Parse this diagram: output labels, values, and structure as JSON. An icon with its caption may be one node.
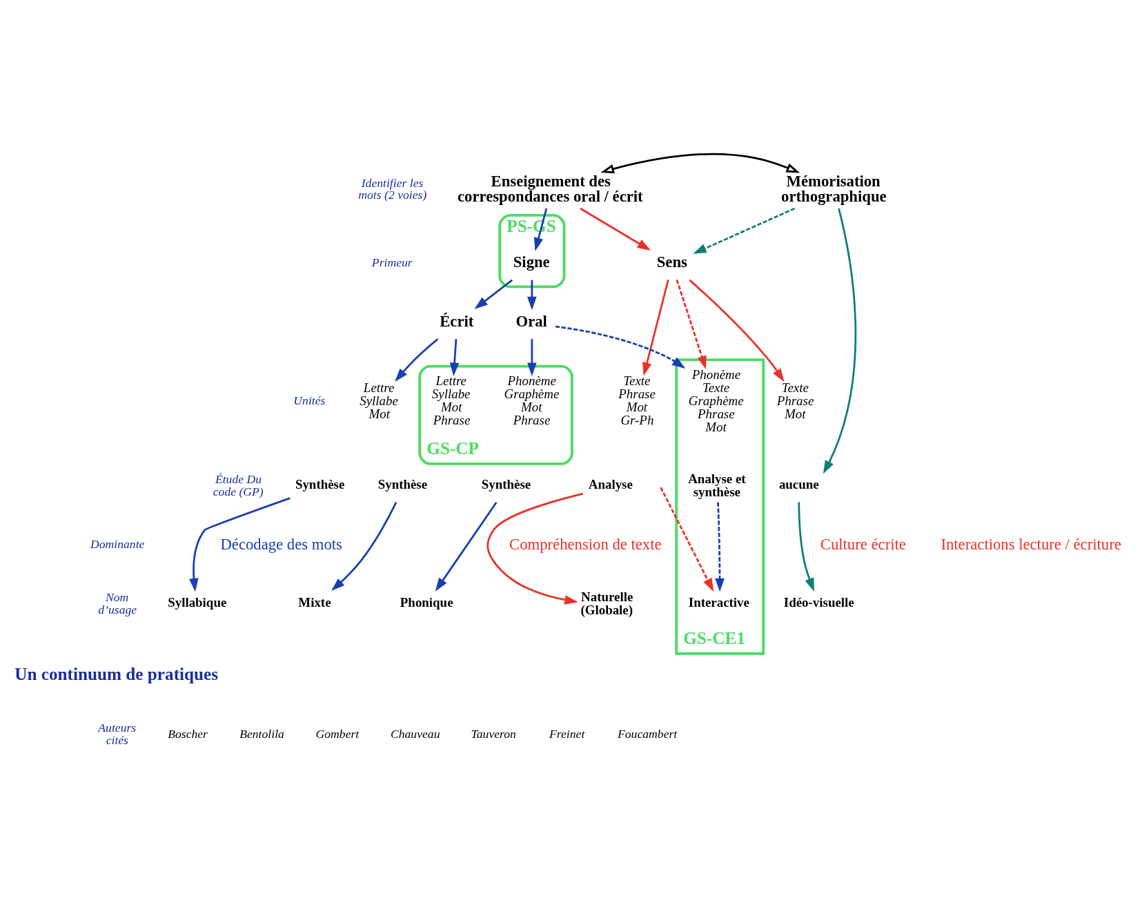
{
  "diagram": {
    "nodes": [
      {
        "text": [
          "Enseignement des correspondances oral / écrit"
        ]
      },
      {
        "text": [
          "Mémorisation orthographique"
        ]
      },
      {
        "text": [
          "PS-GS"
        ]
      },
      {
        "text": [
          "Signe"
        ],
        "in": 2
      },
      {
        "text": [
          "Sens"
        ]
      },
      {
        "text": [
          "Écrit"
        ]
      },
      {
        "text": [
          "Oral"
        ]
      },
      {
        "text": [
          "GS-CP"
        ]
      },
      {
        "text": [
          "GS-CE1"
        ]
      },
      {
        "text": [
          "Lettre",
          "Syllabe",
          "Mot"
        ]
      },
      {
        "text": [
          "Lettre",
          "Syllabe",
          "Mot",
          "Phrase"
        ],
        "in": 7
      },
      {
        "text": [
          "Phonème",
          "Graphème",
          "Mot",
          "Phrase"
        ],
        "in": 7
      },
      {
        "text": [
          "Phonème",
          "Texte",
          "Graphème",
          "Phrase",
          "Mot"
        ],
        "in": 8
      },
      {
        "text": [
          "Texte",
          "Phrase",
          "Mot",
          "Gr-Ph"
        ]
      },
      {
        "text": [
          "Texte",
          "Phrase",
          "Mot"
        ]
      },
      {
        "text": [
          "Synthèse"
        ]
      },
      {
        "text": [
          "Synthèse"
        ]
      },
      {
        "text": [
          "Synthèse"
        ]
      },
      {
        "text": [
          "Analyse et synthèse"
        ],
        "in": 8
      },
      {
        "text": [
          "Analyse"
        ]
      },
      {
        "text": [
          "aucune"
        ]
      },
      {
        "text": [
          "Syllabique"
        ]
      },
      {
        "text": [
          "Mixte"
        ]
      },
      {
        "text": [
          "Phonique"
        ]
      },
      {
        "text": [
          "Interactive"
        ],
        "in": 8
      },
      {
        "text": [
          "Naturelle (Globale)"
        ]
      },
      {
        "text": [
          "Idéo-visuelle"
        ]
      }
    ],
    "edges": [
      {
        "from": 0,
        "to": 1,
        "arrow": "both",
        "color": "#000000"
      },
      {
        "from": 0,
        "to": 3,
        "arrow": "to"
      },
      {
        "from": 0,
        "to": 4,
        "arrow": "to",
        "color": "#e8332a"
      },
      {
        "from": 1,
        "to": 4,
        "arrow": "to",
        "style": "dashed",
        "color": "#0e7f72"
      },
      {
        "from": 1,
        "to": 20,
        "arrow": "to",
        "color": "#0e7f72"
      },
      {
        "from": 3,
        "to": 5,
        "arrow": "to"
      },
      {
        "from": 3,
        "to": 6,
        "arrow": "to"
      },
      {
        "from": 5,
        "to": 9,
        "arrow": "to"
      },
      {
        "from": 5,
        "to": 10,
        "arrow": "to"
      },
      {
        "from": 6,
        "to": 11,
        "arrow": "to"
      },
      {
        "from": 6,
        "to": 12,
        "arrow": "to",
        "style": "dashed"
      },
      {
        "from": 4,
        "to": 12,
        "arrow": "to",
        "style": "dashed",
        "color": "#e8332a"
      },
      {
        "from": 4,
        "to": 13,
        "arrow": "to",
        "color": "#e8332a"
      },
      {
        "from": 4,
        "to": 14,
        "arrow": "to",
        "color": "#e8332a"
      },
      {
        "from": 15,
        "to": 21,
        "arrow": "to"
      },
      {
        "from": 16,
        "to": 22,
        "arrow": "to"
      },
      {
        "from": 17,
        "to": 23,
        "arrow": "to"
      },
      {
        "from": 18,
        "to": 24,
        "arrow": "to",
        "style": "dashed"
      },
      {
        "from": null,
        "to": 24,
        "arrow": "to",
        "style": "dashed",
        "color": "#e8332a"
      },
      {
        "from": 19,
        "to": 25,
        "arrow": "to",
        "color": "#e8332a"
      },
      {
        "from": 20,
        "to": 26,
        "arrow": "to",
        "color": "#0e7f72"
      }
    ],
    "labels": [
      "Identifier les mots (2 voies)",
      "Primeur",
      "Unités",
      "Étude Du code (GP)",
      "Dominante",
      "Décodage des mots",
      "Compréhension de texte",
      "Culture écrite",
      "Interactions lecture / écriture",
      "Nom d’usage",
      "Un continuum de pratiques",
      "Auteurs cités",
      "Boscher",
      "Bentolila",
      "Gombert",
      "Chauveau",
      "Tauveron",
      "Freinet",
      "Foucambert"
    ]
  }
}
